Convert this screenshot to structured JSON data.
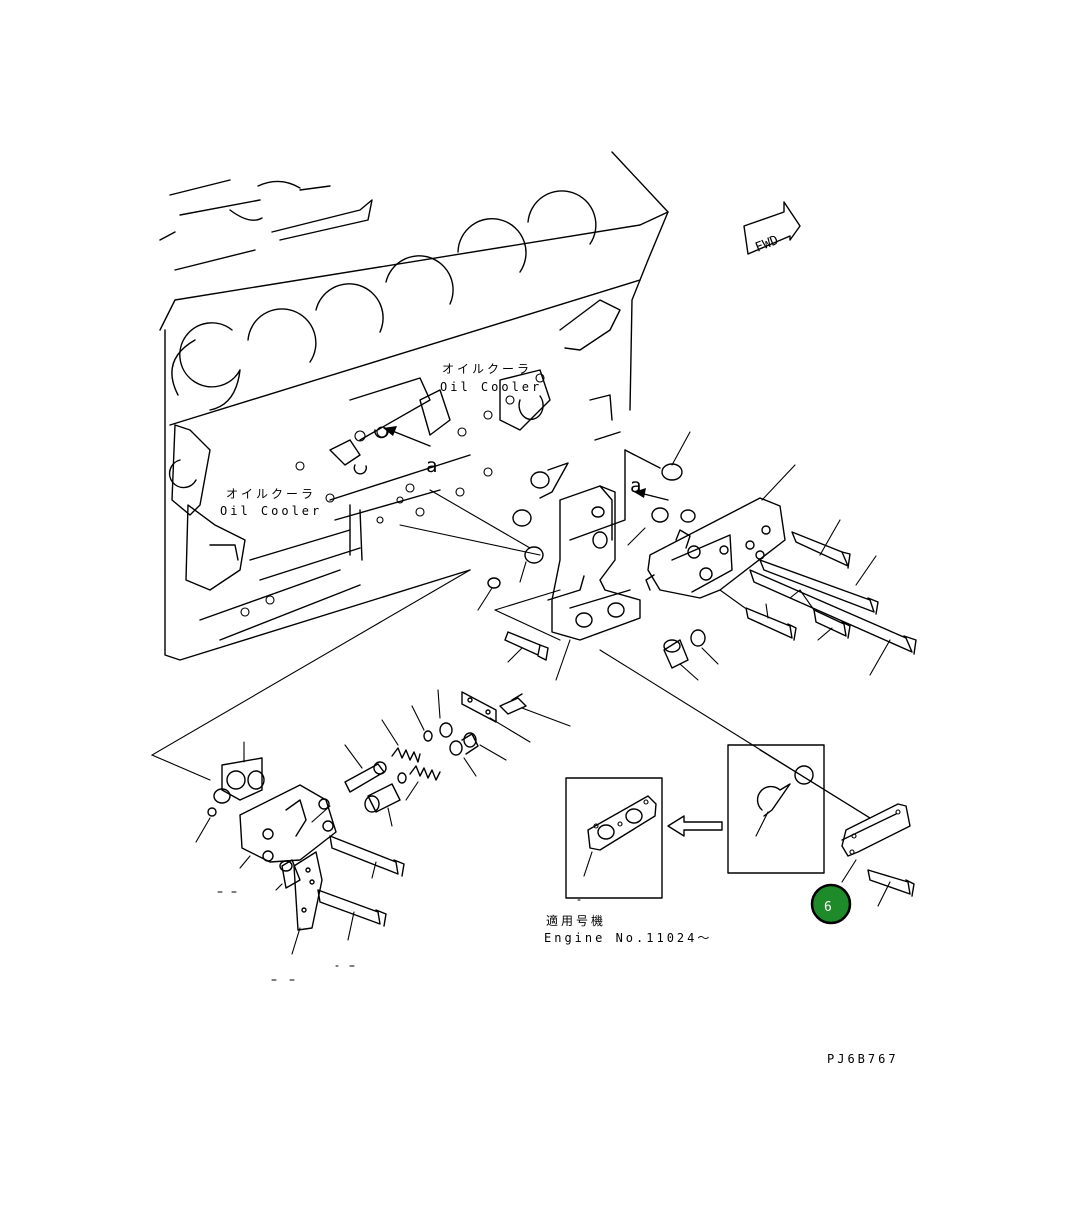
{
  "labels": {
    "oil_cooler_jp": "オイルクーラ",
    "oil_cooler_en": "Oil Cooler",
    "ref_a": "a",
    "fwd": "FWD",
    "applicable_jp": "適用号機",
    "engine_no": "Engine No.11024～",
    "drawing_code": "PJ6B767"
  },
  "callouts": [
    {
      "number": "6",
      "color": "#1f8a2a"
    }
  ]
}
